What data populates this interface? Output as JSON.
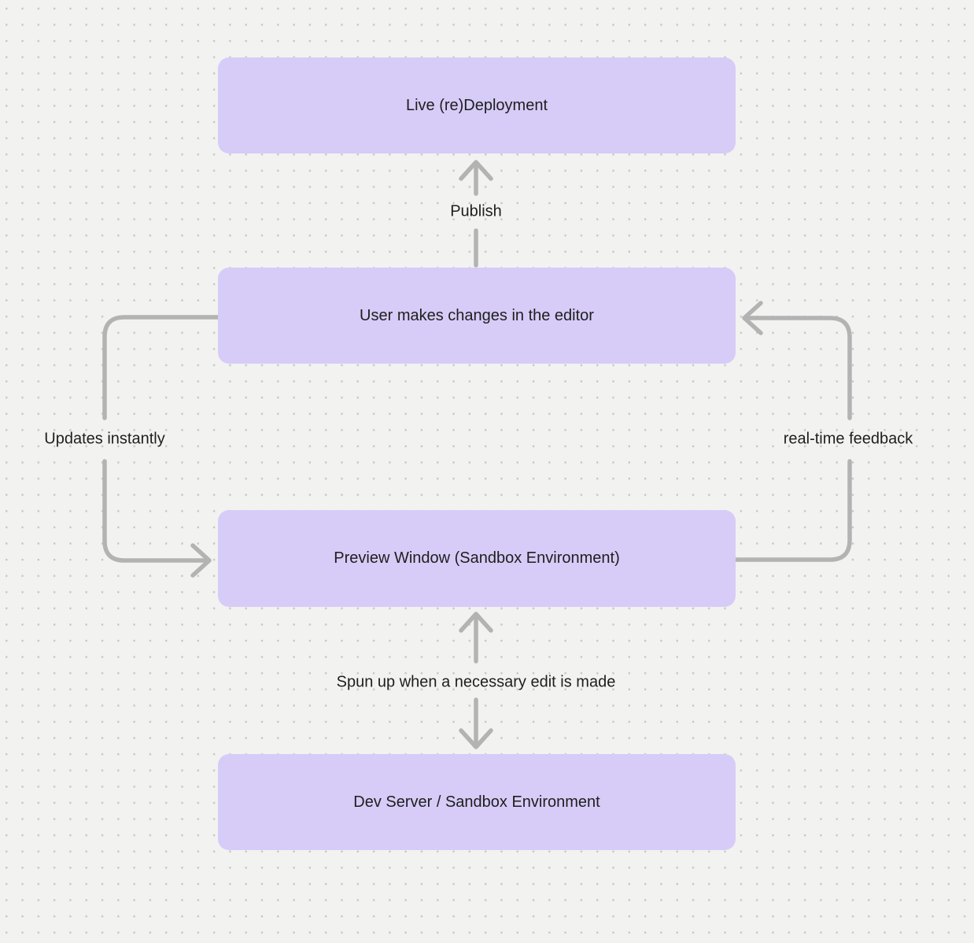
{
  "diagram": {
    "nodes": [
      {
        "id": "live-redeployment",
        "label": "Live (re)Deployment"
      },
      {
        "id": "user-editor",
        "label": "User makes changes in the editor"
      },
      {
        "id": "preview-window",
        "label": "Preview Window (Sandbox Environment)"
      },
      {
        "id": "dev-server",
        "label": "Dev Server / Sandbox Environment"
      }
    ],
    "edges": [
      {
        "id": "publish",
        "label": "Publish",
        "from": "user-editor",
        "to": "live-redeployment",
        "direction": "up"
      },
      {
        "id": "updates-instantly",
        "label": "Updates instantly",
        "from": "user-editor",
        "to": "preview-window",
        "direction": "left-side-down"
      },
      {
        "id": "real-time-feedback",
        "label": "real-time feedback",
        "from": "preview-window",
        "to": "user-editor",
        "direction": "right-side-up"
      },
      {
        "id": "spun-up",
        "label": "Spun up when a necessary edit is made",
        "from": "preview-window",
        "to": "dev-server",
        "direction": "bidirectional"
      }
    ],
    "colors": {
      "background": "#f2f2f1",
      "dot": "#c8c8c8",
      "node_fill": "#d7ccf7",
      "connector": "#b3b3b3",
      "text": "#1e1e1e"
    }
  }
}
